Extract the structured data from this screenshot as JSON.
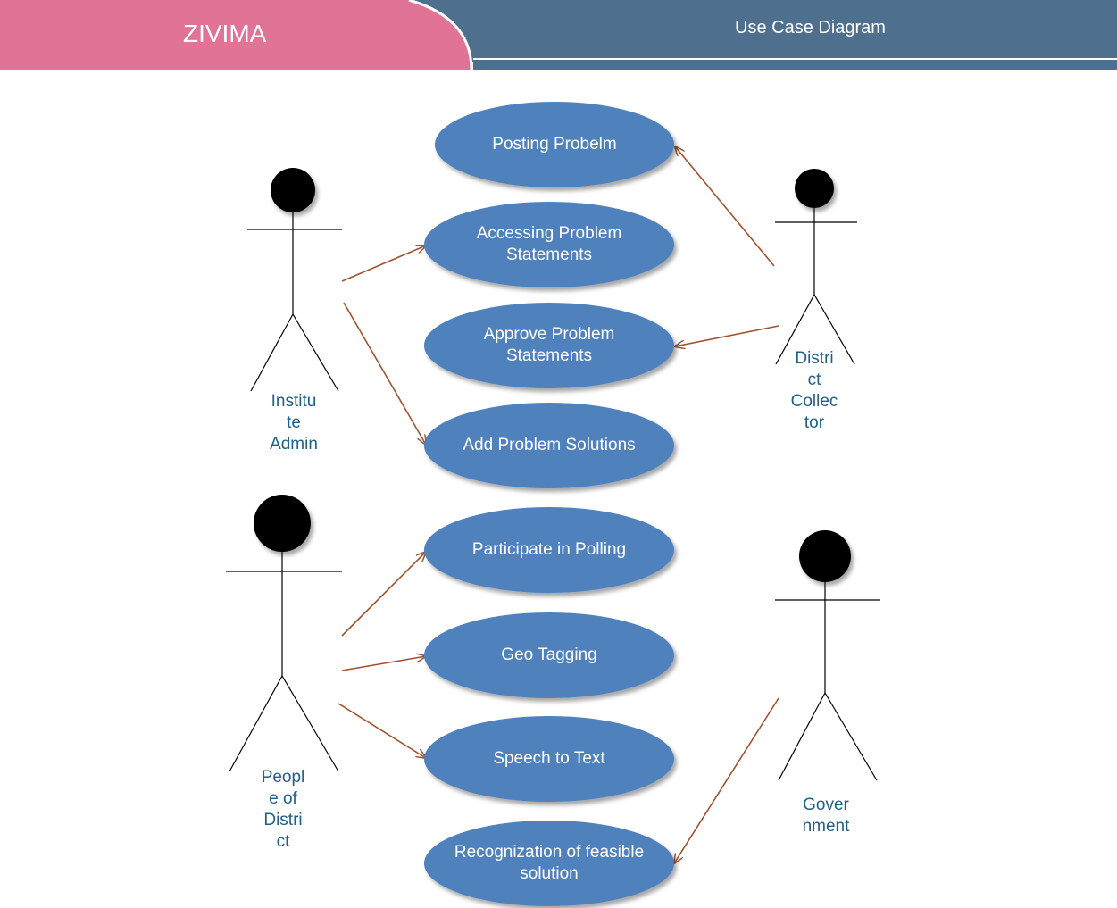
{
  "header": {
    "brand": "ZIVIMA",
    "title": "Use Case Diagram",
    "colors": {
      "brand_bg": "#e07396",
      "title_bg": "#4f6f8f",
      "stripe": "#4f6f8f"
    }
  },
  "colors": {
    "usecase_fill": "#4f81bd",
    "usecase_text": "#ffffff",
    "arrow": "#a0522d",
    "actor_label": "#1f5f8b",
    "actor_line": "#000000"
  },
  "actors": [
    {
      "id": "institute-admin",
      "label": "Institu\nte\nAdmin"
    },
    {
      "id": "district-collector",
      "label": "Distri\nct\nCollec\ntor"
    },
    {
      "id": "people-of-district",
      "label": "Peopl\ne of\nDistri\nct"
    },
    {
      "id": "government",
      "label": "Gover\nnment"
    }
  ],
  "use_cases": [
    {
      "id": "posting-problem",
      "label": "Posting Probelm"
    },
    {
      "id": "accessing-problem-statements",
      "label": "Accessing Problem\nStatements"
    },
    {
      "id": "approve-problem-statements",
      "label": "Approve Problem\nStatements"
    },
    {
      "id": "add-problem-solutions",
      "label": "Add Problem Solutions"
    },
    {
      "id": "participate-in-polling",
      "label": "Participate in Polling"
    },
    {
      "id": "geo-tagging",
      "label": "Geo Tagging"
    },
    {
      "id": "speech-to-text",
      "label": "Speech to Text"
    },
    {
      "id": "recognization-of-feasible-solution",
      "label": "Recognization of feasible\nsolution"
    }
  ],
  "associations": [
    {
      "from": "institute-admin",
      "to": "accessing-problem-statements"
    },
    {
      "from": "institute-admin",
      "to": "add-problem-solutions"
    },
    {
      "from": "district-collector",
      "to": "posting-problem"
    },
    {
      "from": "district-collector",
      "to": "approve-problem-statements"
    },
    {
      "from": "people-of-district",
      "to": "participate-in-polling"
    },
    {
      "from": "people-of-district",
      "to": "geo-tagging"
    },
    {
      "from": "people-of-district",
      "to": "speech-to-text"
    },
    {
      "from": "government",
      "to": "recognization-of-feasible-solution"
    }
  ]
}
